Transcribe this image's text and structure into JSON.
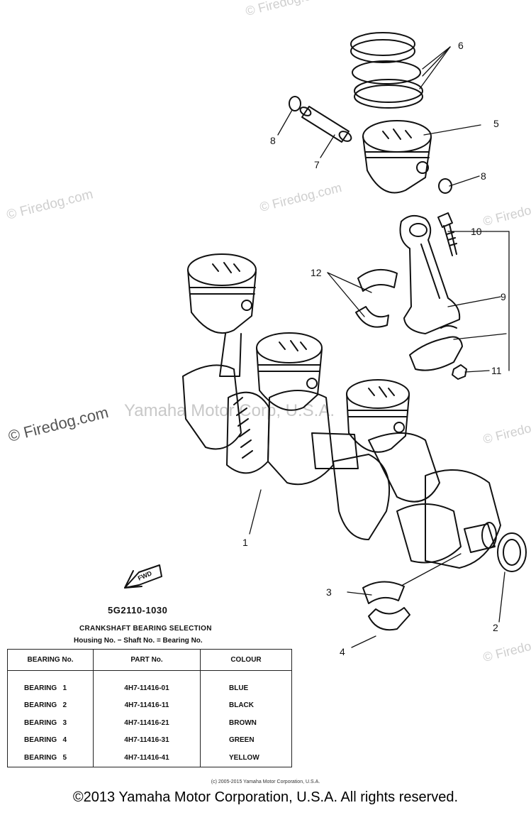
{
  "watermarks": [
    "© Firedog.com",
    "© Firedog.com",
    "© Firedog.com",
    "© Firedog.com",
    "Yamaha Motor Corp, U.S.A.",
    "© Firedog.com",
    "© Firedog.com",
    "© Firedog.com"
  ],
  "callouts": [
    "1",
    "2",
    "3",
    "4",
    "5",
    "6",
    "7",
    "8",
    "8",
    "9",
    "10",
    "11",
    "12"
  ],
  "fwd_label": "FWD",
  "drawing_number": "5G2110-1030",
  "bearing_selection": {
    "title": "CRANKSHAFT BEARING SELECTION",
    "formula": "Housing No. − Shaft No. = Bearing No.",
    "headers": [
      "BEARING No.",
      "PART No.",
      "COLOUR"
    ],
    "rows": [
      {
        "bearing": "BEARING   1",
        "part": "4H7-11416-01",
        "colour": "BLUE"
      },
      {
        "bearing": "BEARING   2",
        "part": "4H7-11416-11",
        "colour": "BLACK"
      },
      {
        "bearing": "BEARING   3",
        "part": "4H7-11416-21",
        "colour": "BROWN"
      },
      {
        "bearing": "BEARING   4",
        "part": "4H7-11416-31",
        "colour": "GREEN"
      },
      {
        "bearing": "BEARING   5",
        "part": "4H7-11416-41",
        "colour": "YELLOW"
      }
    ]
  },
  "small_copyright": "(c) 2005-2015 Yamaha Motor Corporation, U.S.A.",
  "copyright": "©2013 Yamaha Motor Corporation, U.S.A. All rights reserved."
}
